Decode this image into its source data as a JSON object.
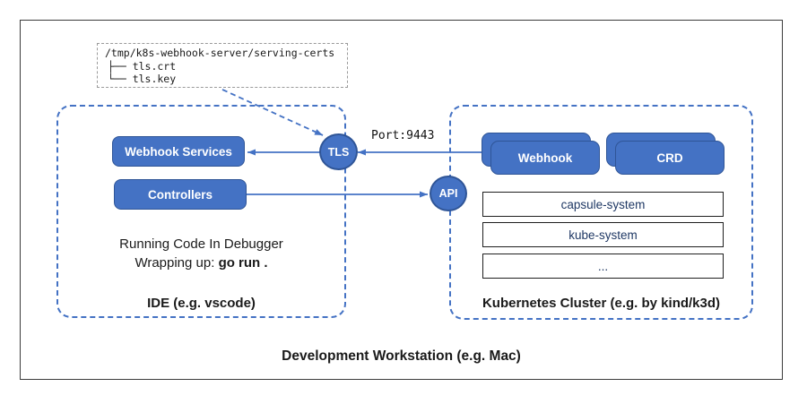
{
  "colors": {
    "accent_fill": "#4472C4",
    "accent_border": "#2F5597",
    "namespace_text": "#1F3864",
    "outer_border": "#3b3b3b",
    "certs_border": "#9a9a9a"
  },
  "certs_box": {
    "path": "/tmp/k8s-webhook-server/serving-certs",
    "files": [
      "├── tls.crt",
      "└── tls.key"
    ]
  },
  "ide": {
    "label": "IDE (e.g. vscode)",
    "webhook_services_label": "Webhook Services",
    "controllers_label": "Controllers",
    "note_line1": "Running Code In Debugger",
    "note_line2_prefix": "Wrapping up: ",
    "note_line2_bold": "go run ."
  },
  "cluster": {
    "label": "Kubernetes Cluster (e.g. by kind/k3d)",
    "webhook_stack_label": "Webhook",
    "crd_stack_label": "CRD",
    "namespaces": [
      "capsule-system",
      "kube-system",
      "..."
    ]
  },
  "connectors": {
    "tls_label": "TLS",
    "api_label": "API",
    "port_label": "Port:9443"
  },
  "footer": {
    "label": "Development Workstation (e.g. Mac)"
  }
}
